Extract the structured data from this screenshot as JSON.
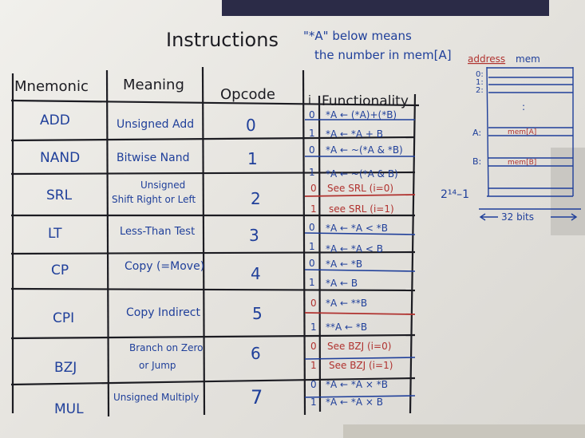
{
  "title": "Instructions",
  "note_line1": "\"*A\" below means",
  "note_line2": "the number in mem[A]",
  "headers": {
    "mnemonic": "Mnemonic",
    "meaning": "Meaning",
    "opcode": "Opcode",
    "i": "i",
    "functionality": "Functionality"
  },
  "rows": [
    {
      "mnemonic": "ADD",
      "meaning": [
        "Unsigned Add"
      ],
      "opcode": "0",
      "f0": "*A ← (*A)+(*B)",
      "f1": "*A ← *A + B"
    },
    {
      "mnemonic": "NAND",
      "meaning": [
        "Bitwise Nand"
      ],
      "opcode": "1",
      "f0": "*A ← ~(*A & *B)",
      "f1": "*A ← ~(*A & B)"
    },
    {
      "mnemonic": "SRL",
      "meaning": [
        "Unsigned",
        "Shift Right or Left"
      ],
      "opcode": "2",
      "f0": "See SRL (i=0)",
      "f1": "see SRL (i=1)"
    },
    {
      "mnemonic": "LT",
      "meaning": [
        "Less-Than Test"
      ],
      "opcode": "3",
      "f0": "*A ← *A < *B",
      "f1": "*A ← *A < B"
    },
    {
      "mnemonic": "CP",
      "meaning": [
        "Copy (=Move)"
      ],
      "opcode": "4",
      "f0": "*A ← *B",
      "f1": "*A ← B"
    },
    {
      "mnemonic": "CPI",
      "meaning": [
        "Copy Indirect"
      ],
      "opcode": "5",
      "f0": "*A ← **B",
      "f1": "**A ← *B"
    },
    {
      "mnemonic": "BZJ",
      "meaning": [
        "Branch on Zero",
        "or Jump"
      ],
      "opcode": "6",
      "f0": "See BZJ (i=0)",
      "f1": "See BZJ (i=1)"
    },
    {
      "mnemonic": "MUL",
      "meaning": [
        "Unsigned Multiply"
      ],
      "opcode": "7",
      "f0": "*A ← *A × *B",
      "f1": "*A ← *A × B"
    }
  ],
  "memory": {
    "address_label": "address",
    "mem_label": "mem",
    "addr_0": "0:",
    "addr_1": "1:",
    "addr_2": "2:",
    "dots": ":",
    "addr_a": "A:",
    "addr_b": "B:",
    "cell_a": "mem[A]",
    "cell_b": "mem[B]",
    "last_addr": "2¹⁴–1",
    "width_label": "32 bits"
  },
  "colors": {
    "ink_black": "#1c1c22",
    "ink_blue": "#1f3f9a",
    "ink_red": "#b0322f"
  }
}
